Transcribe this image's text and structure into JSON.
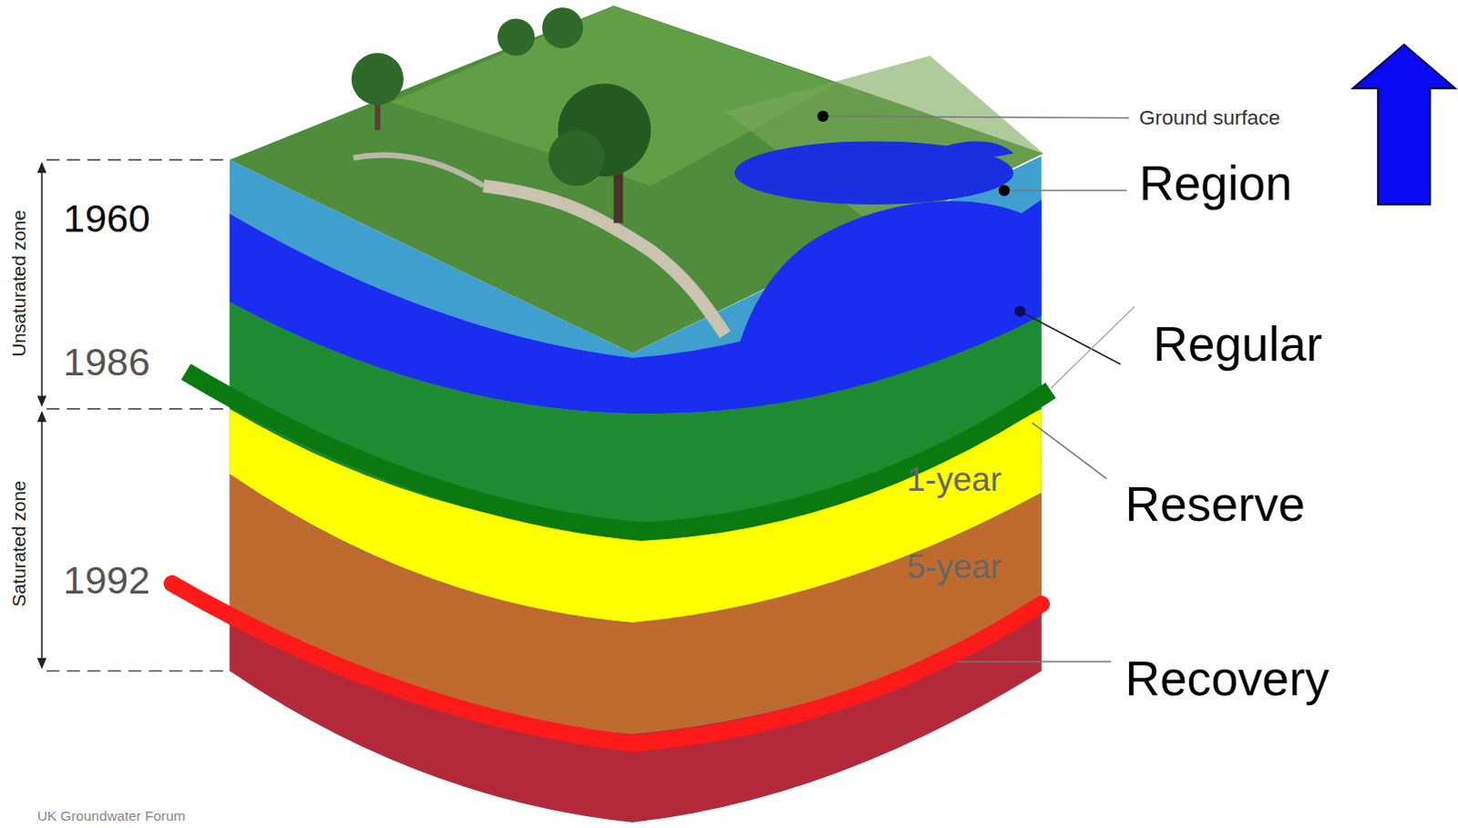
{
  "diagram": {
    "labels": [
      "Ground surface",
      "Region",
      "Regular",
      "Reserve",
      "Recovery",
      "1960",
      "1986",
      "1992",
      "1-year",
      "5-year",
      "Unsaturated zone",
      "Saturated zone",
      "UK Groundwater Forum"
    ]
  }
}
